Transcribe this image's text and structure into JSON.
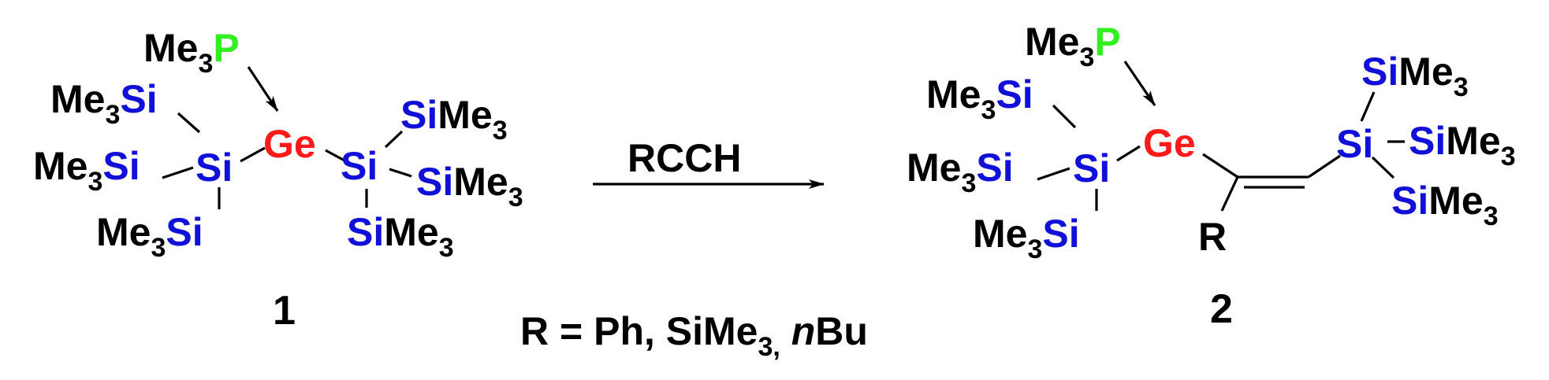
{
  "compound1": {
    "number": "1",
    "P_donor": {
      "prefix": "Me",
      "sub": "3",
      "atom": "P"
    },
    "Ge": "Ge",
    "left_Si": {
      "center": "Si",
      "groups": [
        {
          "prefix": "Me",
          "sub": "3",
          "atom": "Si"
        },
        {
          "prefix": "Me",
          "sub": "3",
          "atom": "Si"
        },
        {
          "prefix": "Me",
          "sub": "3",
          "atom": "Si"
        }
      ]
    },
    "right_Si": {
      "center": "Si",
      "groups": [
        {
          "atom": "Si",
          "suffix": "Me",
          "sub": "3"
        },
        {
          "atom": "Si",
          "suffix": "Me",
          "sub": "3"
        },
        {
          "atom": "Si",
          "suffix": "Me",
          "sub": "3"
        }
      ]
    }
  },
  "reaction": {
    "reagent": "RCCH"
  },
  "compound2": {
    "number": "2",
    "P_donor": {
      "prefix": "Me",
      "sub": "3",
      "atom": "P"
    },
    "Ge": "Ge",
    "R": "R",
    "left_Si": {
      "center": "Si",
      "groups": [
        {
          "prefix": "Me",
          "sub": "3",
          "atom": "Si"
        },
        {
          "prefix": "Me",
          "sub": "3",
          "atom": "Si"
        },
        {
          "prefix": "Me",
          "sub": "3",
          "atom": "Si"
        }
      ]
    },
    "right_Si": {
      "center": "Si",
      "groups": [
        {
          "atom": "Si",
          "suffix": "Me",
          "sub": "3"
        },
        {
          "atom": "Si",
          "suffix": "Me",
          "sub": "3"
        },
        {
          "atom": "Si",
          "suffix": "Me",
          "sub": "3"
        }
      ]
    }
  },
  "substituents": {
    "prefix": "R = Ph, SiMe",
    "sub": "3,",
    "italic": "n",
    "suffix": "Bu"
  },
  "colors": {
    "Si": "#1010d8",
    "Ge": "#ff1a1a",
    "P": "#33ee22",
    "text": "#000000"
  }
}
